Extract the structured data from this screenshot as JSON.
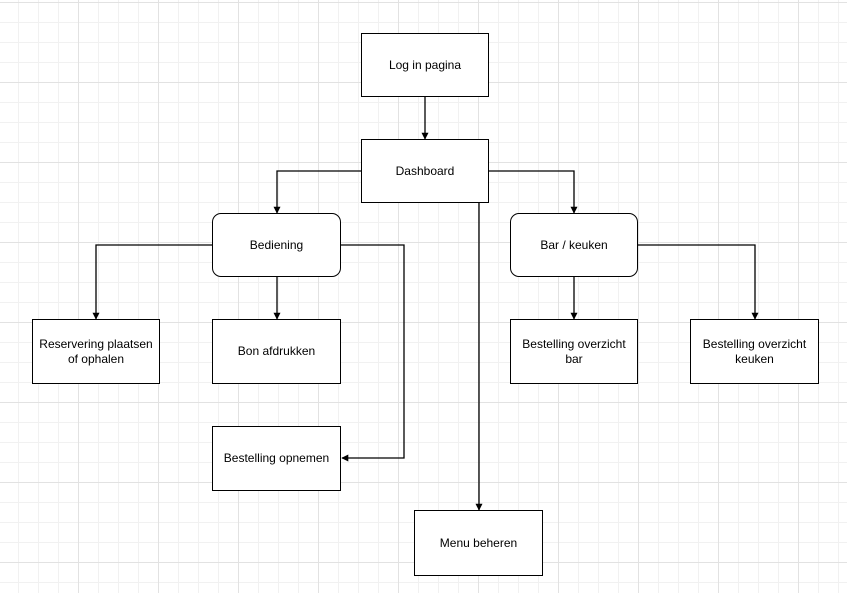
{
  "diagram": {
    "nodes": {
      "login": "Log in pagina",
      "dashboard": "Dashboard",
      "bediening": "Bediening",
      "bar_keuken": "Bar / keuken",
      "reservering": "Reservering plaatsen of ophalen",
      "bon_afdrukken": "Bon afdrukken",
      "bestelling_opnemen": "Bestelling opnemen",
      "overzicht_bar": "Bestelling overzicht bar",
      "overzicht_keuken": "Bestelling overzicht keuken",
      "menu_beheren": "Menu beheren"
    },
    "edges": [
      {
        "from": "login",
        "to": "dashboard"
      },
      {
        "from": "dashboard",
        "to": "bediening"
      },
      {
        "from": "dashboard",
        "to": "bar_keuken"
      },
      {
        "from": "dashboard",
        "to": "menu_beheren"
      },
      {
        "from": "bediening",
        "to": "reservering"
      },
      {
        "from": "bediening",
        "to": "bon_afdrukken"
      },
      {
        "from": "bediening",
        "to": "bestelling_opnemen"
      },
      {
        "from": "bar_keuken",
        "to": "overzicht_bar"
      },
      {
        "from": "bar_keuken",
        "to": "overzicht_keuken"
      }
    ],
    "colors": {
      "stroke": "#000000",
      "fill": "#ffffff",
      "grid": "#e2e2e2"
    }
  }
}
